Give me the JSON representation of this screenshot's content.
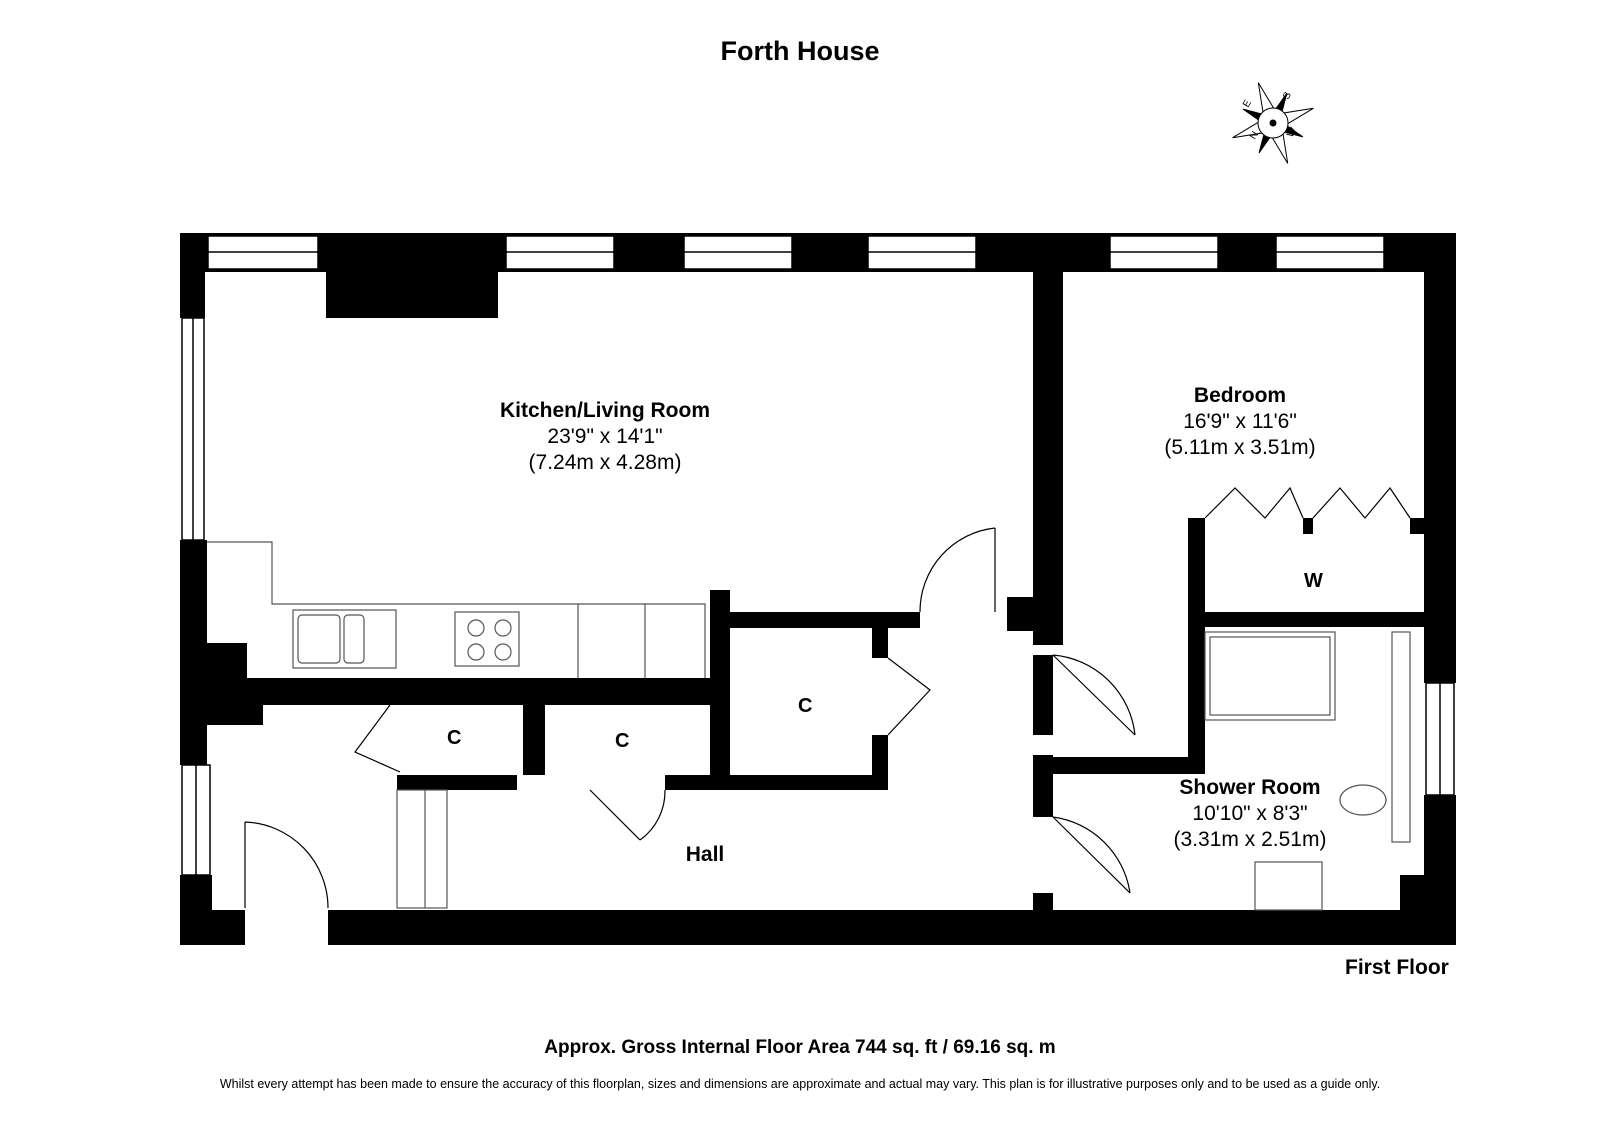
{
  "title": "Forth House",
  "floor_label": "First Floor",
  "area_text": "Approx. Gross Internal Floor Area 744 sq. ft / 69.16 sq. m",
  "disclaimer": "Whilst every attempt has been made to ensure the accuracy of this floorplan, sizes and dimensions are approximate and actual may vary. This plan is for illustrative purposes only and to be used as a guide only.",
  "compass": {
    "n": "N",
    "e": "E",
    "s": "S",
    "w": "W"
  },
  "rooms": {
    "kitchen": {
      "name": "Kitchen/Living Room",
      "dim_imperial": "23'9\" x 14'1\"",
      "dim_metric": "(7.24m x 4.28m)"
    },
    "bedroom": {
      "name": "Bedroom",
      "dim_imperial": "16'9\" x 11'6\"",
      "dim_metric": "(5.11m x 3.51m)"
    },
    "shower": {
      "name": "Shower Room",
      "dim_imperial": "10'10\" x 8'3\"",
      "dim_metric": "(3.31m x 2.51m)"
    },
    "hall": {
      "name": "Hall"
    }
  },
  "cupboards": {
    "c1": "C",
    "c2": "C",
    "c3": "C",
    "wardrobe": "W"
  },
  "colors": {
    "wall": "#000000",
    "background": "#ffffff",
    "line": "#555555"
  }
}
